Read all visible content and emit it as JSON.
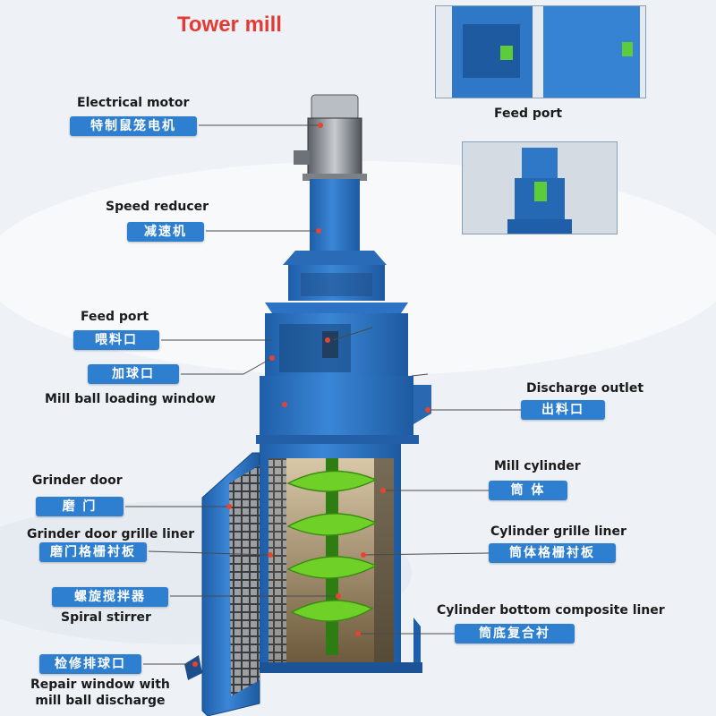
{
  "title": "Tower mill",
  "colors": {
    "title": "#e53935",
    "badge": "#2f7fd0",
    "machine_blue": "#2d72c4",
    "stirrer_green": "#66cc22",
    "leader": "#4a4a4a",
    "marker": "#e8432e"
  },
  "labels": {
    "electrical_motor": {
      "en": "Electrical motor",
      "cn": "特制鼠笼电机"
    },
    "speed_reducer": {
      "en": "Speed reducer",
      "cn": "减速机"
    },
    "feed_port_left": {
      "en": "Feed port",
      "cn": "喂料口"
    },
    "ball_loading": {
      "en": "Mill ball loading window",
      "cn": "加球口"
    },
    "discharge_outlet": {
      "en": "Discharge outlet",
      "cn": "出料口"
    },
    "mill_cylinder": {
      "en": "Mill cylinder",
      "cn": "筒 体"
    },
    "grinder_door": {
      "en": "Grinder door",
      "cn": "磨 门"
    },
    "door_grille": {
      "en": "Grinder door grille liner",
      "cn": "磨门格栅衬板"
    },
    "cylinder_grille": {
      "en": "Cylinder grille liner",
      "cn": "筒体格栅衬板"
    },
    "spiral_stirrer": {
      "en": "Spiral stirrer",
      "cn": "螺旋搅拌器"
    },
    "bottom_liner": {
      "en": "Cylinder bottom composite liner",
      "cn": "筒底复合衬"
    },
    "repair_window": {
      "en_line1": "Repair window with",
      "en_line2": "mill ball discharge",
      "cn": "检修排球口"
    },
    "feed_port_photo": {
      "en": "Feed port"
    }
  }
}
